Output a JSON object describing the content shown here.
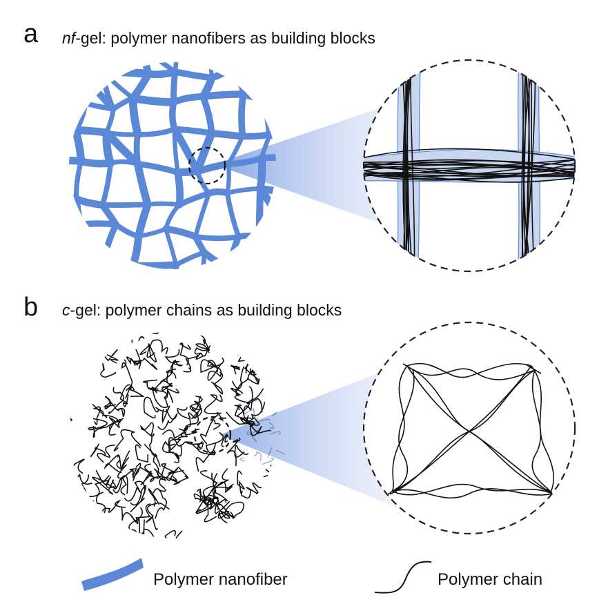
{
  "panel_a": {
    "letter": "a",
    "title_italic": "nf",
    "title_rest": "-gel: polymer nanofibers as building blocks"
  },
  "panel_b": {
    "letter": "b",
    "title_italic": "c",
    "title_rest": "-gel: polymer chains as building blocks"
  },
  "legend": {
    "nanofiber_label": "Polymer nanofiber",
    "chain_label": "Polymer chain"
  },
  "colors": {
    "fiber_blue": "#5b88d6",
    "fiber_light": "#c9d6f0",
    "zoom_cone": "#b8c9ee",
    "line_black": "#111111"
  }
}
